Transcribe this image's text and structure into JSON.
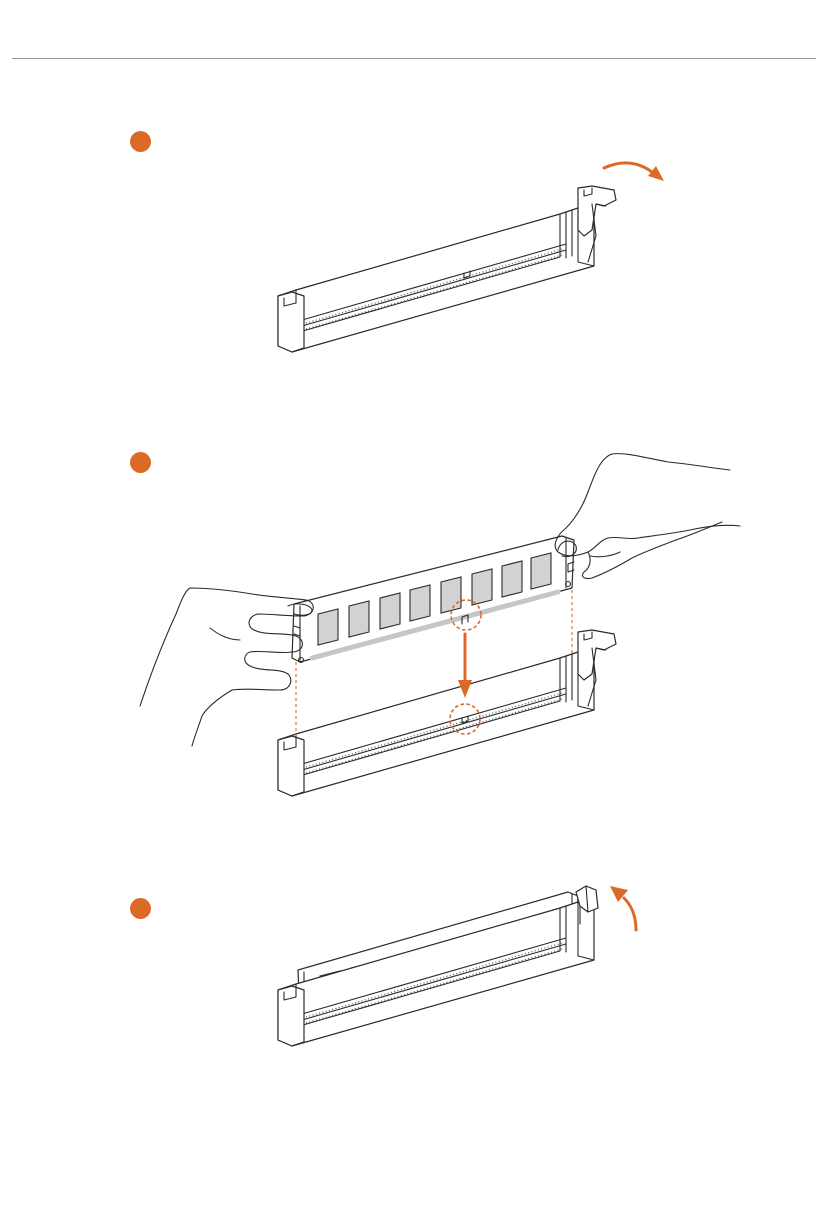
{
  "colors": {
    "accent": "#dc6a27",
    "rule": "#9a9a9a",
    "outline": "#2b2b2b",
    "chip_fill": "#d2d2d2"
  },
  "steps": [
    {
      "marker": "step-1-marker",
      "illustration": "unlock-clip"
    },
    {
      "marker": "step-2-marker",
      "illustration": "align-notch-and-insert"
    },
    {
      "marker": "step-3-marker",
      "illustration": "press-until-clip-locks"
    }
  ],
  "icons": [
    "rotate-out-arrow-icon",
    "insert-down-arrow-icon",
    "rotate-in-arrow-icon",
    "hand-icon"
  ]
}
